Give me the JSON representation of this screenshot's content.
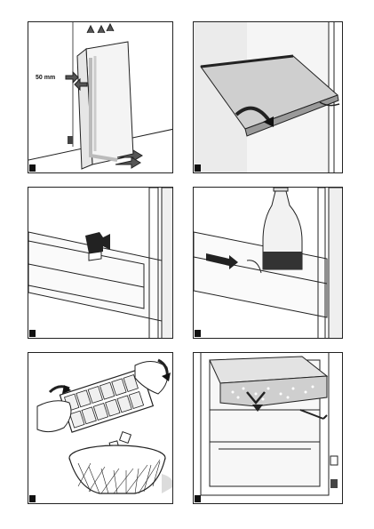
{
  "page": {
    "title": ""
  },
  "panels": [
    {
      "id": "1",
      "badge": "",
      "dimension_label": "50 mm"
    },
    {
      "id": "2",
      "badge": ""
    },
    {
      "id": "3",
      "badge": ""
    },
    {
      "id": "4",
      "badge": ""
    },
    {
      "id": "5",
      "badge": ""
    },
    {
      "id": "6",
      "badge": ""
    }
  ],
  "colors": {
    "line": "#111111",
    "shade": "#d9d9d9",
    "light_shade": "#ececec",
    "bottle_dark": "#333333"
  }
}
